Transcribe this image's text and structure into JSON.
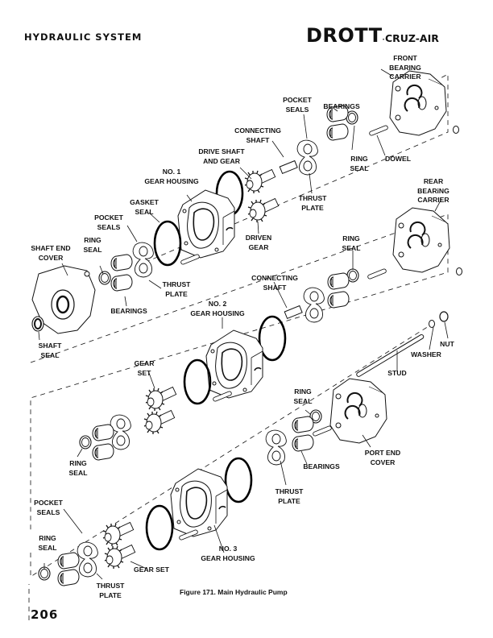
{
  "header": {
    "section_title": "HYDRAULIC SYSTEM",
    "brand": "DROTT",
    "brand_mark": "·",
    "brand_model": "CRUZ-AIR"
  },
  "figure": {
    "caption": "Figure 171. Main Hydraulic Pump",
    "labels": [
      {
        "id": "front-bearing-carrier",
        "text": "FRONT\nBEARING\nCARRIER"
      },
      {
        "id": "pocket-seals-top",
        "text": "POCKET\nSEALS"
      },
      {
        "id": "bearings-top",
        "text": "BEARINGS"
      },
      {
        "id": "connecting-shaft-top",
        "text": "CONNECTING\nSHAFT"
      },
      {
        "id": "drive-shaft-and-gear",
        "text": "DRIVE SHAFT\nAND GEAR"
      },
      {
        "id": "ring-seal-top",
        "text": "RING\nSEAL"
      },
      {
        "id": "dowel",
        "text": "DOWEL"
      },
      {
        "id": "no1-gear-housing",
        "text": "NO. 1\nGEAR HOUSING"
      },
      {
        "id": "gasket-seal",
        "text": "GASKET\nSEAL"
      },
      {
        "id": "thrust-plate-top",
        "text": "THRUST\nPLATE"
      },
      {
        "id": "rear-bearing-carrier",
        "text": "REAR\nBEARiNG\nCARRIER"
      },
      {
        "id": "pocket-seals-left",
        "text": "POCKET\nSEALS"
      },
      {
        "id": "ring-seal-left",
        "text": "RING\nSEAL"
      },
      {
        "id": "shaft-end-cover",
        "text": "SHAFT END\nCOVER"
      },
      {
        "id": "driven-gear",
        "text": "DRIVEN\nGEAR"
      },
      {
        "id": "ring-seal-rear",
        "text": "RING\nSEAL"
      },
      {
        "id": "thrust-plate-left",
        "text": "THRUST\nPLATE"
      },
      {
        "id": "connecting-shaft-mid",
        "text": "CONNECTING\nSHAFT"
      },
      {
        "id": "bearings-left",
        "text": "BEARINGS"
      },
      {
        "id": "no2-gear-housing",
        "text": "NO. 2\nGEAR HOUSING"
      },
      {
        "id": "nut",
        "text": "NUT"
      },
      {
        "id": "washer",
        "text": "WASHER"
      },
      {
        "id": "shaft-seal",
        "text": "SHAFT\nSEAL"
      },
      {
        "id": "gear-set-mid",
        "text": "GEAR\nSET"
      },
      {
        "id": "stud",
        "text": "STUD"
      },
      {
        "id": "ring-seal-port",
        "text": "RING\nSEAL"
      },
      {
        "id": "port-end-cover",
        "text": "PORT END\nCOVER"
      },
      {
        "id": "bearings-port",
        "text": "BEARINGS"
      },
      {
        "id": "ring-seal-mid-left",
        "text": "RING\nSEAL"
      },
      {
        "id": "thrust-plate-port",
        "text": "THRUST\nPLATE"
      },
      {
        "id": "pocket-seals-bottom",
        "text": "POCKET\nSEALS"
      },
      {
        "id": "no3-gear-housing",
        "text": "NO. 3\nGEAR HOUSING"
      },
      {
        "id": "ring-seal-bottom",
        "text": "RING\nSEAL"
      },
      {
        "id": "gear-set-bottom",
        "text": "GEAR SET"
      },
      {
        "id": "thrust-plate-bottom",
        "text": "THRUST\nPLATE"
      }
    ]
  },
  "footer": {
    "page_number": "206"
  }
}
